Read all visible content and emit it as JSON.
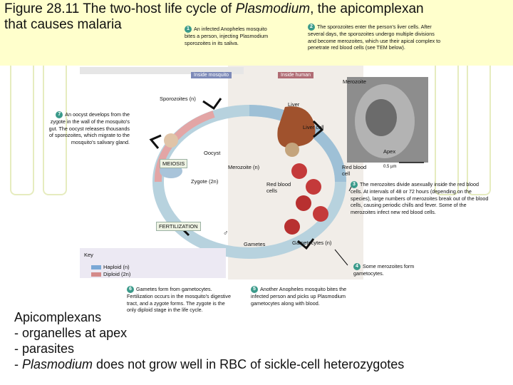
{
  "title": {
    "prefix": "Figure 28.11 The two-host life cycle of ",
    "italic": "Plasmodium",
    "suffix": ", the apicomplexan",
    "line2": "that causes malaria"
  },
  "steps": {
    "s1": {
      "num": "1",
      "text": "An infected Anopheles mosquito bites a person, injecting Plasmodium sporozoites in its saliva."
    },
    "s2": {
      "num": "2",
      "text": "The sporozoites enter the person's liver cells. After several days, the sporozoites undergo multiple divisions and become merozoites, which use their apical complex to penetrate red blood cells (see TEM below)."
    },
    "s3": {
      "num": "3",
      "text": "The merozoites divide asexually inside the red blood cells. At intervals of 48 or 72 hours (depending on the species), large numbers of merozoites break out of the blood cells, causing periodic chills and fever. Some of the merozoites infect new red blood cells."
    },
    "s4": {
      "num": "4",
      "text": "Some merozoites form gametocytes."
    },
    "s5": {
      "num": "5",
      "text": "Another Anopheles mosquito bites the infected person and picks up Plasmodium gametocytes along with blood."
    },
    "s6": {
      "num": "6",
      "text": "Gametes form from gametocytes. Fertilization occurs in the mosquito's digestive tract, and a zygote forms. The zygote is the only diploid stage in the life cycle."
    },
    "s7": {
      "num": "7",
      "text": "An oocyst develops from the zygote in the wall of the mosquito's gut. The oocyst releases thousands of sporozoites, which migrate to the mosquito's salivary gland."
    }
  },
  "labels": {
    "inside_mosquito": "Inside mosquito",
    "inside_human": "Inside human",
    "merozoite_tem": "Merozoite",
    "sporozoites": "Sporozoites (n)",
    "liver": "Liver",
    "liver_cell": "Liver cell",
    "apex": "Apex",
    "oocyst": "Oocyst",
    "meiosis": "MEIOSIS",
    "merozoite_n": "Merozoite (n)",
    "red_blood_cell": "Red blood cell",
    "scale": "0.5 µm",
    "red_blood_cells": "Red blood cells",
    "zygote": "Zygote (2n)",
    "fertilization": "FERTILIZATION",
    "gametes": "Gametes",
    "gametocytes": "Gametocytes (n)",
    "key_title": "Key",
    "haploid": "Haploid (n)",
    "diploid": "Diploid (2n)",
    "male_symbol": "♂",
    "female_symbol": "♀"
  },
  "colors": {
    "haploid": "#7aa8d6",
    "diploid": "#d48a8a",
    "badge": "#3a9a8a",
    "mosquito_tab": "#7d8ab8",
    "human_tab": "#b06c74"
  },
  "bottom": {
    "heading": "Apicomplexans",
    "bullet1": "- organelles at apex",
    "bullet2": "- parasites",
    "bullet3_prefix": "- ",
    "bullet3_italic": "Plasmodium",
    "bullet3_suffix": " does not grow well in RBC of sickle-cell heterozygotes"
  }
}
